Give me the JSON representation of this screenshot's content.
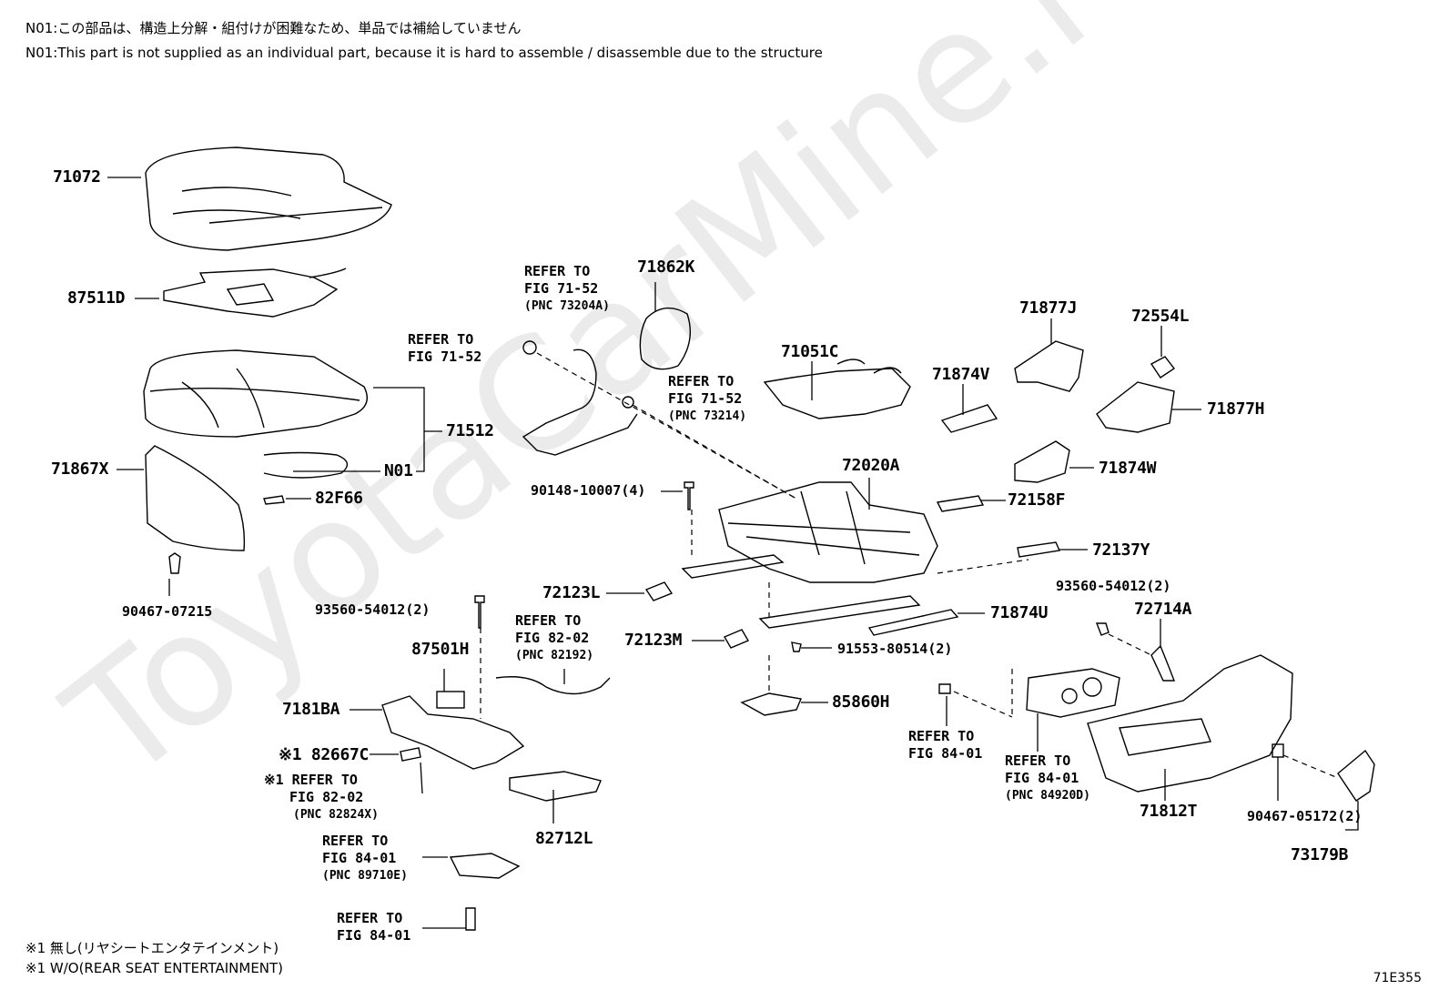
{
  "notes": {
    "n01_ja": "N01:この部品は、構造上分解・組付けが困難なため、単品では補給していません",
    "n01_en": "N01:This part is not supplied as an individual part, because it is hard to assemble / disassemble due to the structure"
  },
  "watermark": "ToyotaCarMine.ru",
  "labels": {
    "p71072": "71072",
    "p87511D": "87511D",
    "p71512": "71512",
    "pN01": "N01",
    "p71867X": "71867X",
    "p82F66": "82F66",
    "p90467_07215": "90467-07215",
    "p71862K": "71862K",
    "p71051C": "71051C",
    "p71877J": "71877J",
    "p72554L": "72554L",
    "p71874V": "71874V",
    "p71877H": "71877H",
    "p72020A": "72020A",
    "p71874W": "71874W",
    "p72158F": "72158F",
    "p90148": "90148-10007(4)",
    "p72137Y": "72137Y",
    "p72123L": "72123L",
    "p93560a": "93560-54012(2)",
    "p93560b": "93560-54012(2)",
    "p72714A": "72714A",
    "p71874U": "71874U",
    "p72123M": "72123M",
    "p91553": "91553-80514(2)",
    "p87501H": "87501H",
    "p85860H": "85860H",
    "p7181BA": "7181BA",
    "p82667C": "※1 82667C",
    "p82712L": "82712L",
    "p71812T": "71812T",
    "p90467_05172": "90467-05172(2)",
    "p73179B": "73179B"
  },
  "refs": {
    "r73204A": [
      "REFER TO",
      "FIG 71-52",
      "(PNC 73204A)"
    ],
    "r7152a": [
      "REFER TO",
      "FIG 71-52"
    ],
    "r73214": [
      "REFER TO",
      "FIG 71-52",
      "(PNC 73214)"
    ],
    "r82192": [
      "REFER TO",
      "FIG 82-02",
      "(PNC 82192)"
    ],
    "r82824X": [
      "※1 REFER TO",
      "FIG 82-02",
      "(PNC 82824X)"
    ],
    "r89710E": [
      "REFER TO",
      "FIG 84-01",
      "(PNC 89710E)"
    ],
    "r8401a": [
      "REFER TO",
      "FIG 84-01"
    ],
    "r8401b": [
      "REFER TO",
      "FIG 84-01"
    ],
    "r84920D": [
      "REFER TO",
      "FIG 84-01",
      "(PNC 84920D)"
    ]
  },
  "footnotes": {
    "f1_ja": "※1 無し(リヤシートエンタテインメント)",
    "f1_en": "※1 W/O(REAR SEAT ENTERTAINMENT)"
  },
  "figure_code": "71E355"
}
